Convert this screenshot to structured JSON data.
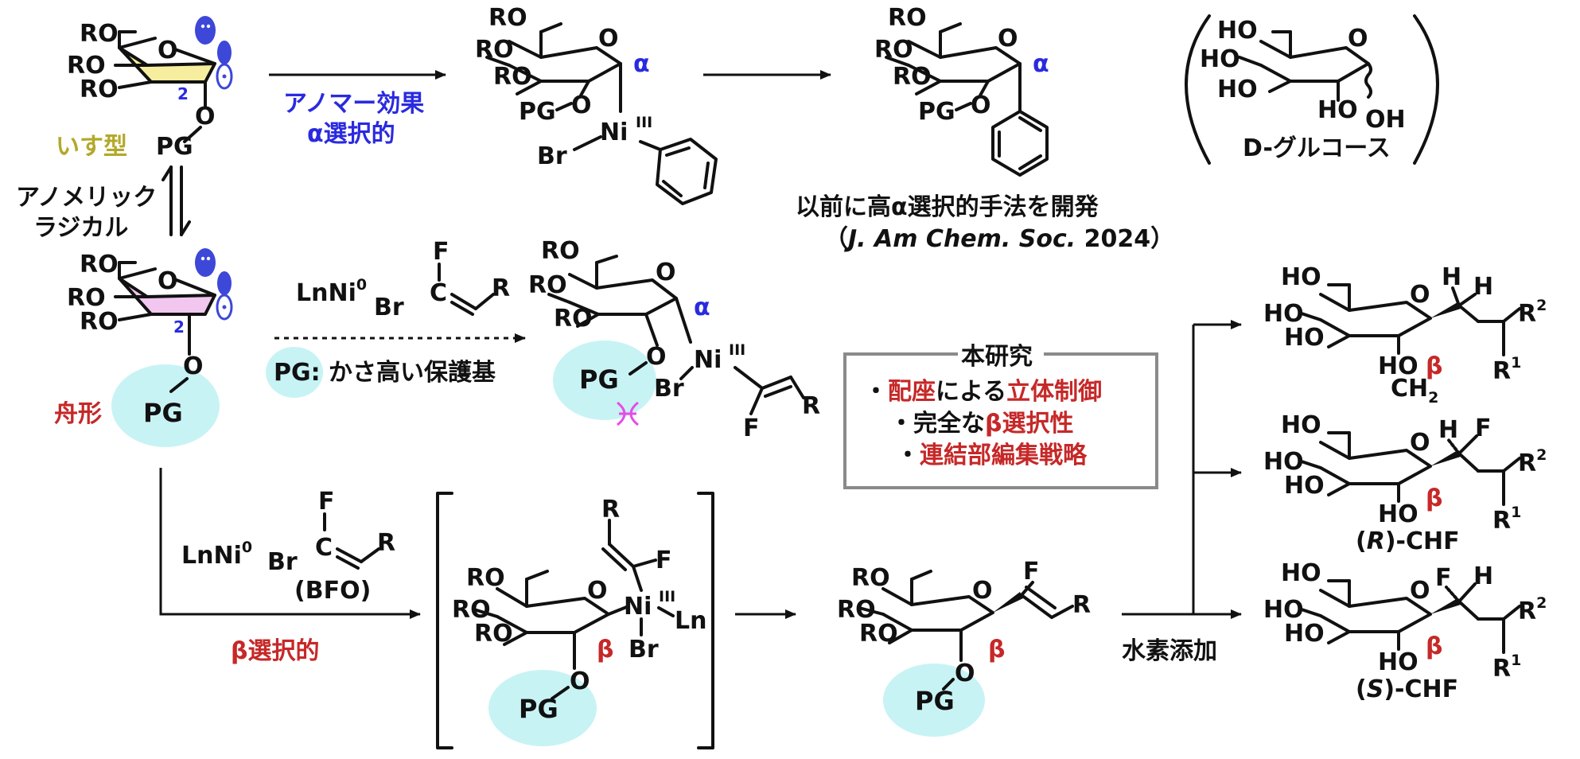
{
  "colors": {
    "blue_label": "#2a2ae0",
    "red_label": "#c62828",
    "olive_label": "#b3a82a",
    "pg_bubble": "#c8f3f5",
    "chair_fill": "#f6ee9e",
    "boat_fill": "#f1c6ef",
    "steric_clash": "#e64ce6",
    "box_border": "#8a8a8a"
  },
  "labels": {
    "chair_conf": "いす型",
    "boat_conf": "舟形",
    "anomeric_radical": [
      "アノメリック",
      "ラジカル"
    ],
    "anomeric_effect": "アノマー効果",
    "alpha_selective": "α選択的",
    "prior_work": "以前に高α選択的手法を開発",
    "citation_open": "（",
    "citation_journal": "J. Am Chem. Soc.",
    "citation_year": " 2024）",
    "glucose_name": "D-グルコース",
    "bulky_pg": "PG: かさ高い保護基",
    "beta_selective": "β選択的",
    "hydrogenation": "水素添加",
    "bfo": "(BFO)",
    "r_chf": [
      "(",
      "R",
      ")-CHF"
    ],
    "s_chf": [
      "(",
      "S",
      ")-CHF"
    ]
  },
  "atoms": {
    "RO": "RO",
    "HO": "HO",
    "OH": "OH",
    "O": "O",
    "PG": "PG",
    "Br": "Br",
    "F": "F",
    "R": "R",
    "H": "H",
    "Ni": "Ni",
    "Ln": "Ln",
    "LnNi": "LnNi",
    "C": "C",
    "CH": "CH",
    "two": "2",
    "sup_III": "III",
    "sup_0": "0",
    "sub_2": "2",
    "R1_base": "R",
    "R2_base": "R",
    "sup_1": "1",
    "sup_2": "2",
    "alpha": "α",
    "beta": "β"
  },
  "this_work": {
    "title": "本研究",
    "line1_dot": "・",
    "line1_red": "配座",
    "line1_rest": "による",
    "line1_red2": "立体制御",
    "line2_dot": "・",
    "line2_rest": "完全な",
    "line2_red": "β選択性",
    "line3_dot": "・",
    "line3_red": "連結部編集戦略"
  }
}
